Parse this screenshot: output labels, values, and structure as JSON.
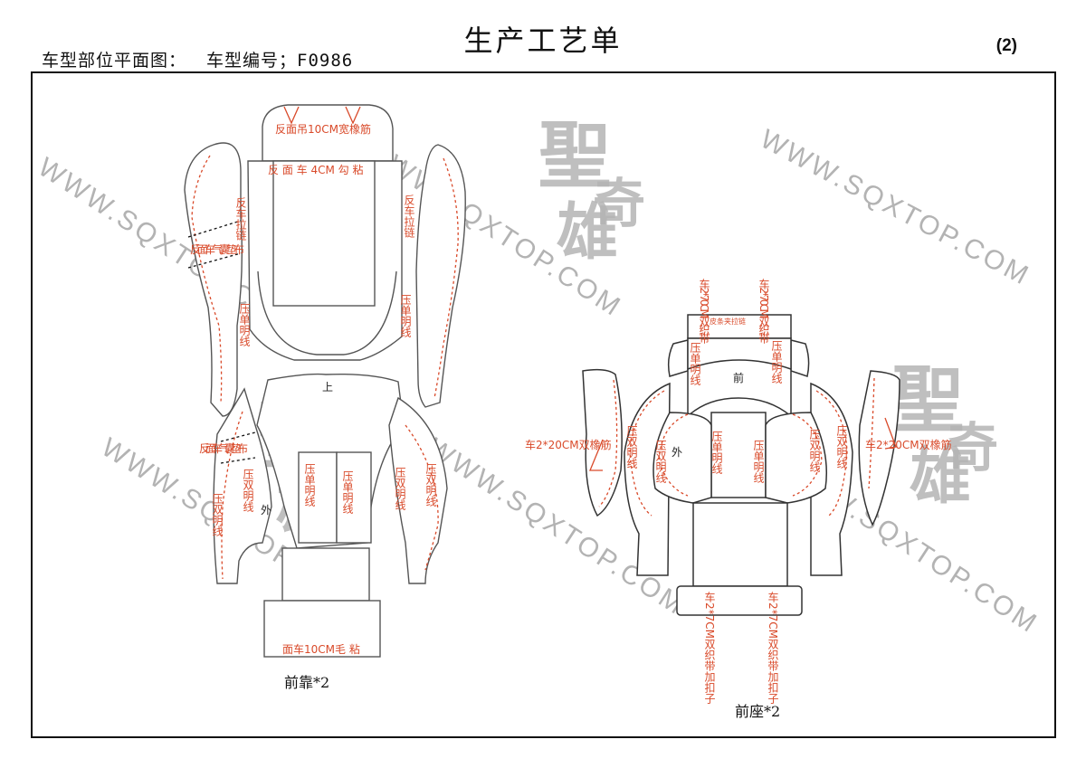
{
  "header": {
    "title": "生产工艺单",
    "plan_label": "车型部位平面图：",
    "model_label": "车型编号；F0986",
    "page_number": "(2)"
  },
  "watermark": {
    "url": "WWW.SQXTOP.COM",
    "logo_chars": [
      "聖",
      "奇",
      "雄"
    ]
  },
  "back_piece": {
    "caption": "前靠*2",
    "labels": {
      "top_elastic": "反面吊10CM宽橡筋",
      "stitch_4cm": "反 面 车 4CM  勾  粘",
      "zip_left": "反车拉链",
      "zip_right": "反车拉链",
      "airbag_cloth": "反面车气囊垫布",
      "single_left": "压单明线",
      "single_right": "压单明线",
      "top_mark": "上",
      "airbag_strip": "反面车气囊垫布",
      "double_a": "压双明线",
      "double_b": "压双明线",
      "double_c": "压单明线",
      "double_d": "压单明线",
      "double_e": "压双明线",
      "double_f": "压双明线",
      "outside": "外",
      "velcro": "面车10CM毛  粘"
    }
  },
  "seat_piece": {
    "caption": "前座*2",
    "labels": {
      "top_left_band": "车2*70CM双织带",
      "top_right_band": "车2*70CM双织带",
      "leather_strip": "皮条夹拉链",
      "single_tl": "压单明线",
      "single_tr": "压单明线",
      "front": "前",
      "left_elastic": "车2*20CM双橡筋",
      "right_elastic": "车2*20CM双橡筋",
      "double_l1": "压双明线",
      "double_l2": "压双明线",
      "outside": "外",
      "single_cl": "压单明线",
      "single_cr": "压单明线",
      "double_r1": "压双明线",
      "double_r2": "压双明线",
      "bottom_left_band": "车2*7CM双织带加扣子",
      "bottom_right_band": "车2*7CM双织带加扣子"
    }
  }
}
